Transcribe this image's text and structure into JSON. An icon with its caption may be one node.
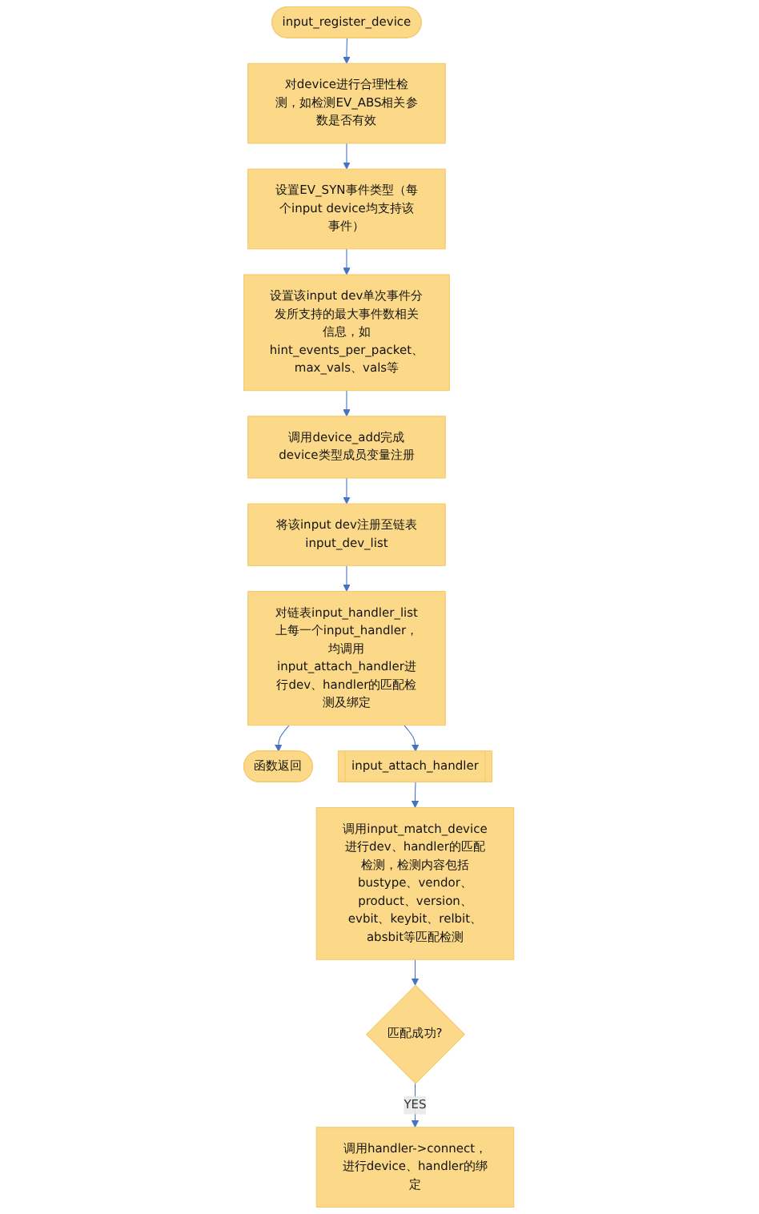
{
  "diagram": {
    "nodes": [
      {
        "text": [
          "input_register_device"
        ]
      },
      {
        "text": [
          "对device进行合理性检测，如检测EV_ABS相关参数是否有效"
        ]
      },
      {
        "text": [
          "设置EV_SYN事件类型（每个input device均支持该事件）"
        ]
      },
      {
        "text": [
          "设置该input dev单次事件分发所支持的最大事件数相关信息，如hint_events_per_packet、max_vals、vals等"
        ]
      },
      {
        "text": [
          "调用device_add完成device类型成员变量注册"
        ]
      },
      {
        "text": [
          "将该input dev注册至链表input_dev_list"
        ]
      },
      {
        "text": [
          "对链表input_handler_list上每一个input_handler，均调用input_attach_handler进行dev、handler的匹配检测及绑定"
        ]
      },
      {
        "text": [
          "函数返回"
        ]
      },
      {
        "text": [
          "input_attach_handler"
        ]
      },
      {
        "text": [
          "调用input_match_device进行dev、handler的匹配检测，检测内容包括bustype、vendor、product、version、evbit、keybit、relbit、absbit等匹配检测"
        ]
      },
      {
        "text": [
          "匹配成功?"
        ]
      },
      {
        "text": [
          "调用handler->connect，进行device、handler的绑定"
        ]
      }
    ],
    "edges": [
      {
        "from": 0,
        "to": 1,
        "arrow": "to"
      },
      {
        "from": 1,
        "to": 2,
        "arrow": "to"
      },
      {
        "from": 2,
        "to": 3,
        "arrow": "to"
      },
      {
        "from": 3,
        "to": 4,
        "arrow": "to"
      },
      {
        "from": 4,
        "to": 5,
        "arrow": "to"
      },
      {
        "from": 5,
        "to": 6,
        "arrow": "to"
      },
      {
        "from": 6,
        "to": 7,
        "arrow": "to"
      },
      {
        "from": 6,
        "to": 8,
        "arrow": "to"
      },
      {
        "from": 8,
        "to": 9,
        "arrow": "to"
      },
      {
        "from": 9,
        "to": 10,
        "arrow": "to"
      },
      {
        "from": 10,
        "to": 11,
        "label": "YES",
        "arrow": "to"
      }
    ]
  }
}
